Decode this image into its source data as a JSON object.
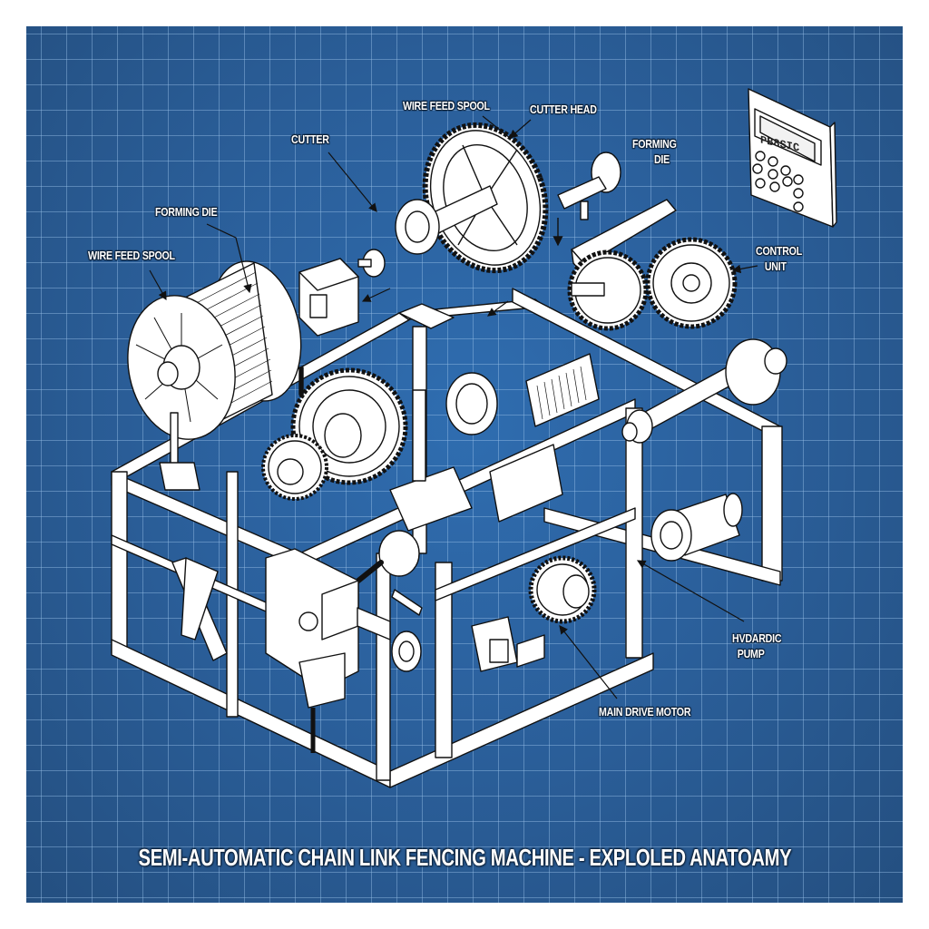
{
  "title": "SEMI-AUTOMATIC CHAIN LINK FENCING MACHINE - EXPLOLED ANATOAMY",
  "labels": {
    "wire_feed_spool_left": "WIRE FEED SPOOL",
    "forming_die_left": "FORMING DIE",
    "cutter": "CUTTER",
    "wire_feed_spool_top": "WIRE FEED SPOOL",
    "cutter_head": "CUTTER HEAD",
    "forming_die_right_line1": "FORMING",
    "forming_die_right_line2": "DIE",
    "control_unit_line1": "CONTROL",
    "control_unit_line2": "UNIT",
    "hydraulic_pump_line1": "HVDARDIC",
    "hydraulic_pump_line2": "PUMP",
    "main_drive_motor": "MAIN DRIVE MOTOR"
  },
  "control_unit": {
    "screen_text": "PB8SIC",
    "button_count": 11
  },
  "colors": {
    "blueprint_bg": "#2b609c",
    "grid_line": "#96bee6",
    "line_art": "#ffffff",
    "outline": "#111111",
    "label_text": "#ffffff"
  }
}
